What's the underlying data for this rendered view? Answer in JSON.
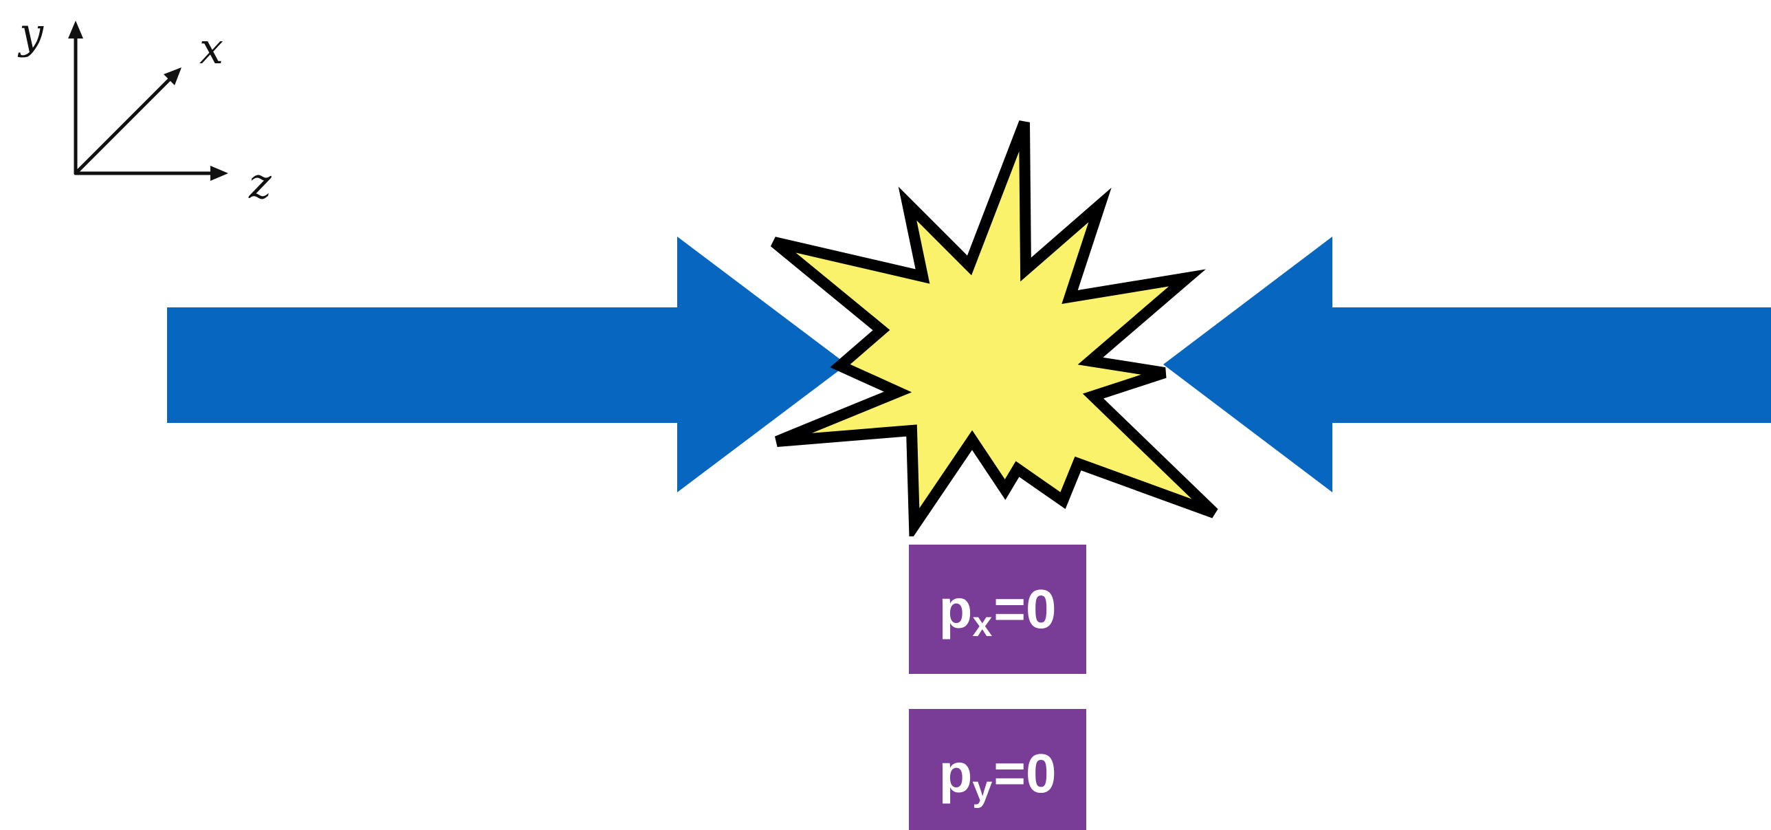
{
  "axes": {
    "y_label": "y",
    "x_label": "x",
    "z_label": "z"
  },
  "colors": {
    "beam": "#0766c0",
    "burst_fill": "#fbf26c",
    "burst_outline": "#000000",
    "box": "#7a3d97",
    "box_text": "#ffffff"
  },
  "boxes": [
    {
      "symbol": "p",
      "subscript": "x",
      "value": "=0"
    },
    {
      "symbol": "p",
      "subscript": "y",
      "value": "=0"
    }
  ]
}
